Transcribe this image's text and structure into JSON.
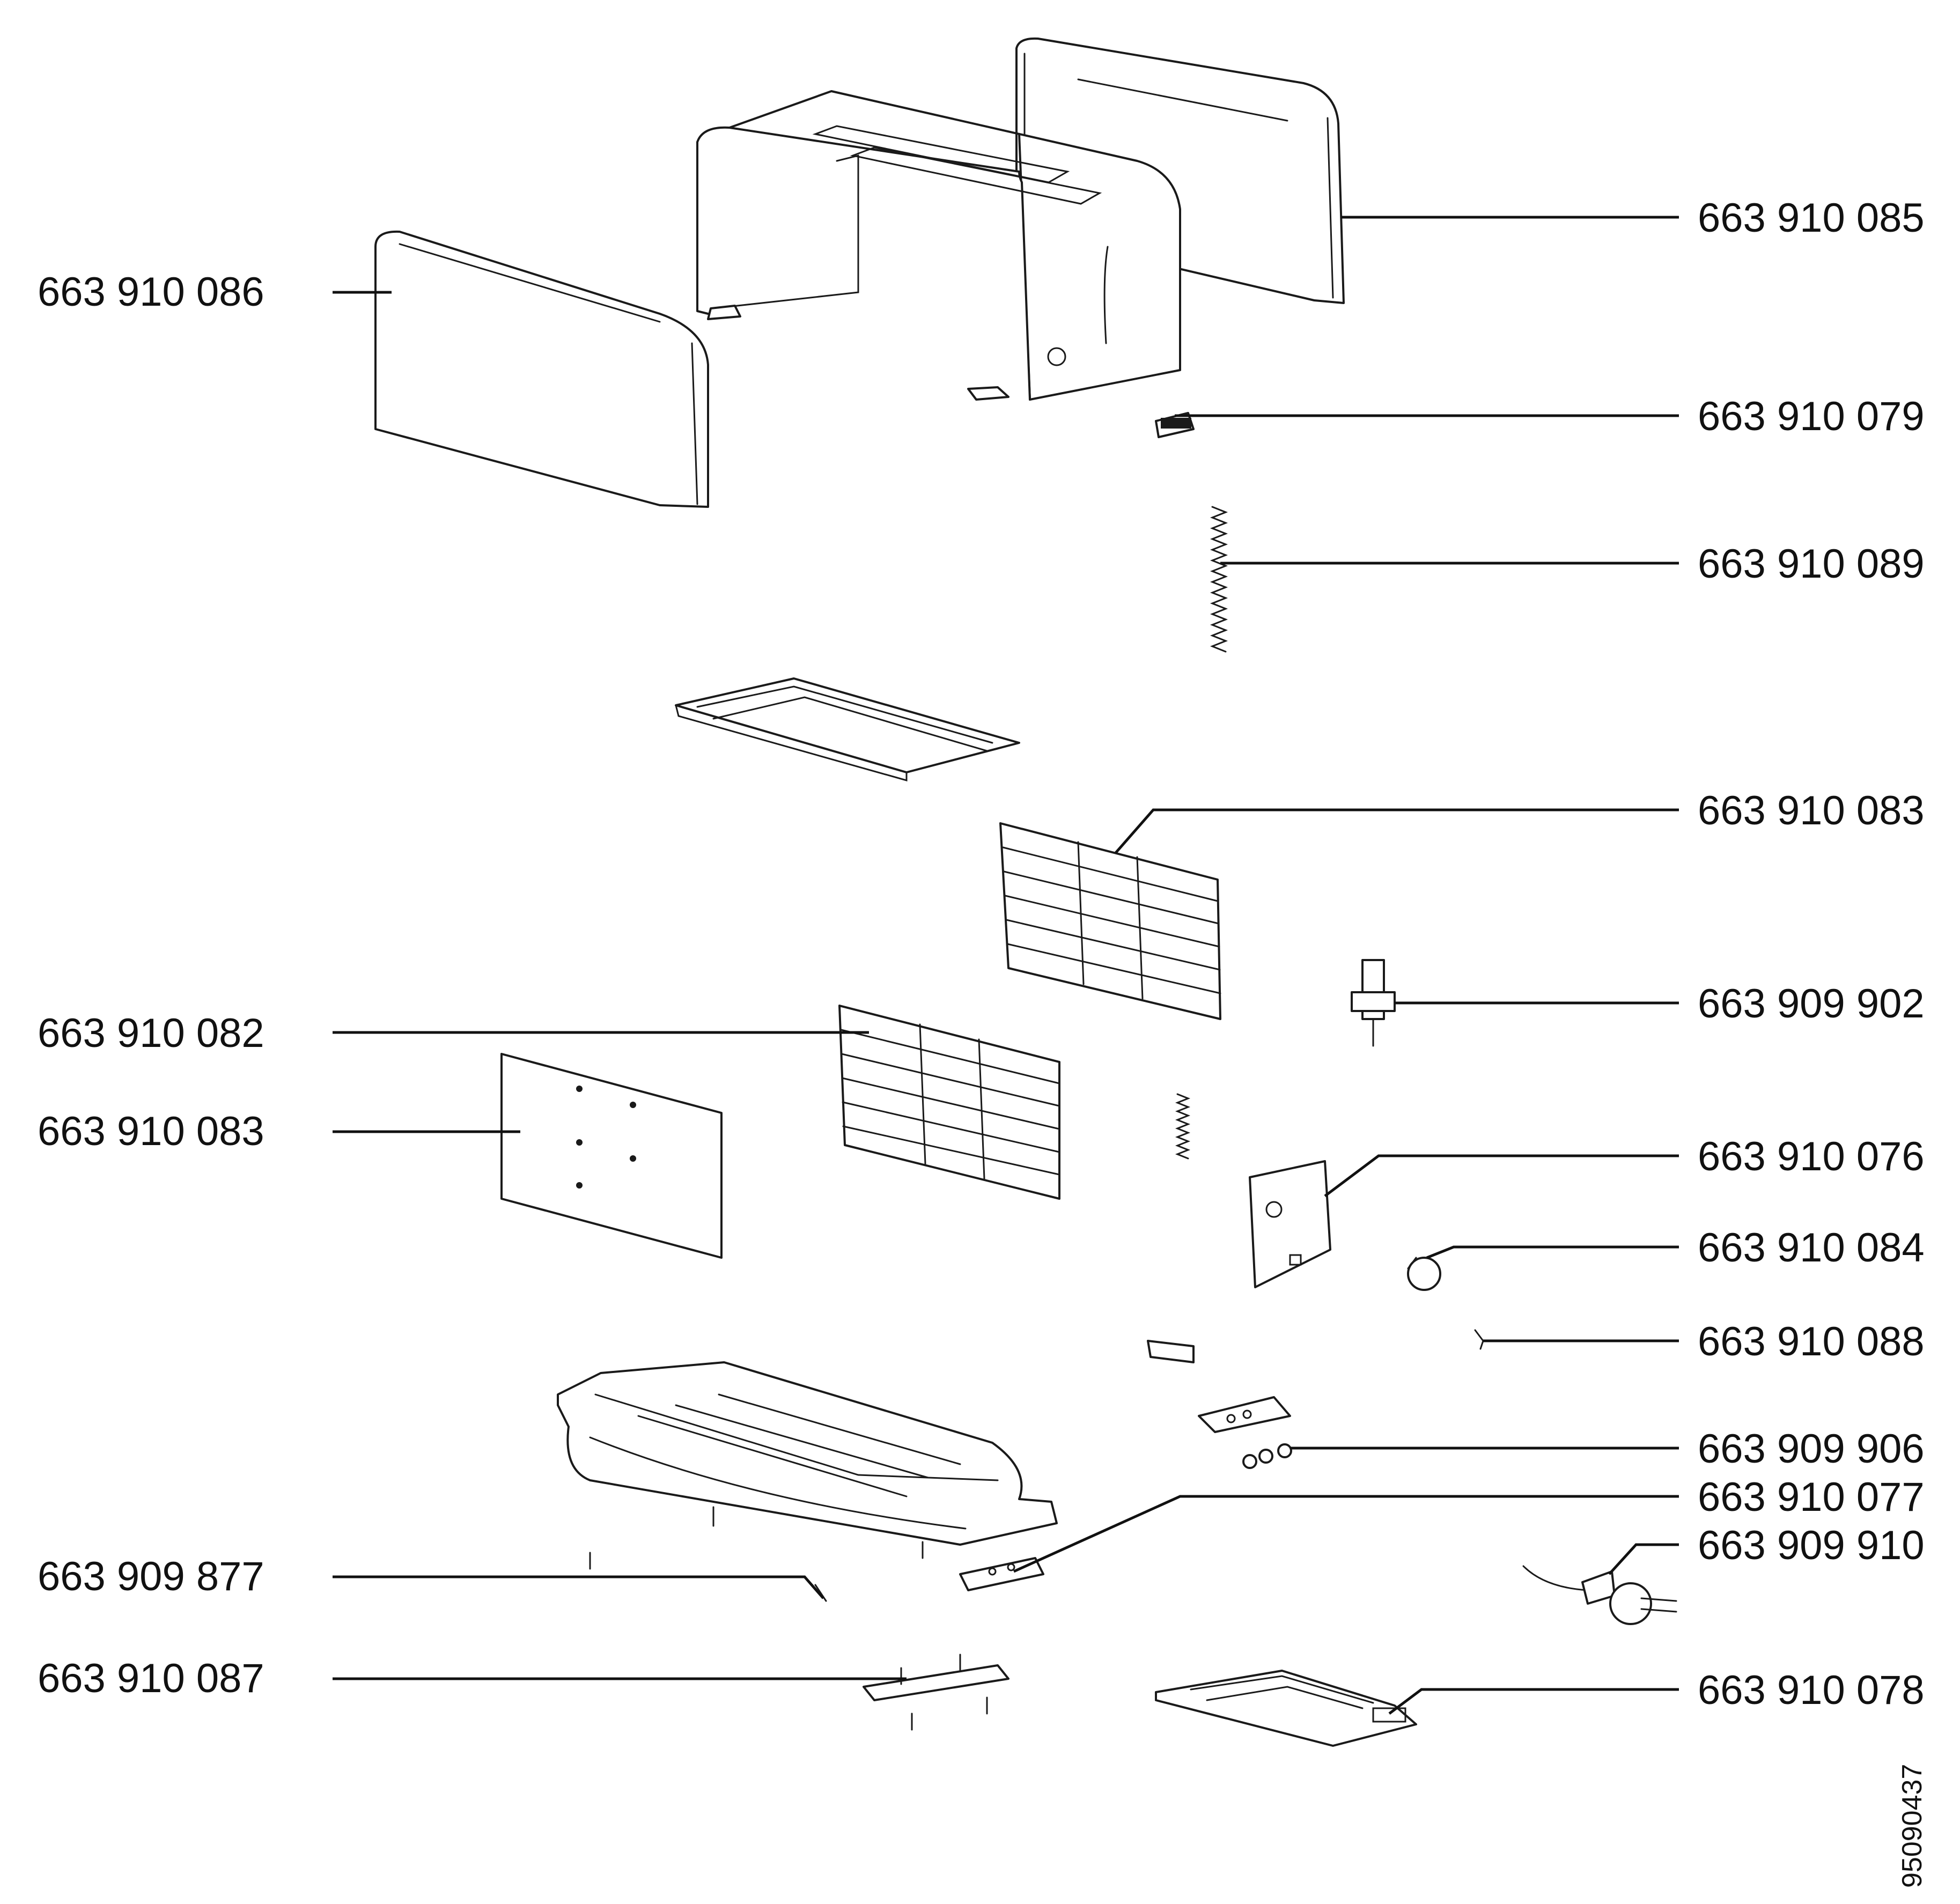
{
  "diagram": {
    "drawing_number": "95090437",
    "callouts": {
      "top_right_end_panel": "663 910 085",
      "left_end_panel": "663 910 086",
      "slide_knob": "663 910 079",
      "spring": "663 910 089",
      "rear_heating_element": "663 910 083",
      "thermostat": "663 909 902",
      "front_heating_element": "663 910 082",
      "mica_plate": "663 910 083",
      "pcb_board": "663 910 076",
      "control_knob": "663 910 084",
      "clip": "663 910 088",
      "feet": "663 909 906",
      "terminal_block": "663 910 077",
      "mains_cable": "663 909 910",
      "screw": "663 909 877",
      "cable_bracket": "663 910 087",
      "crumb_tray": "663 910 078"
    }
  }
}
